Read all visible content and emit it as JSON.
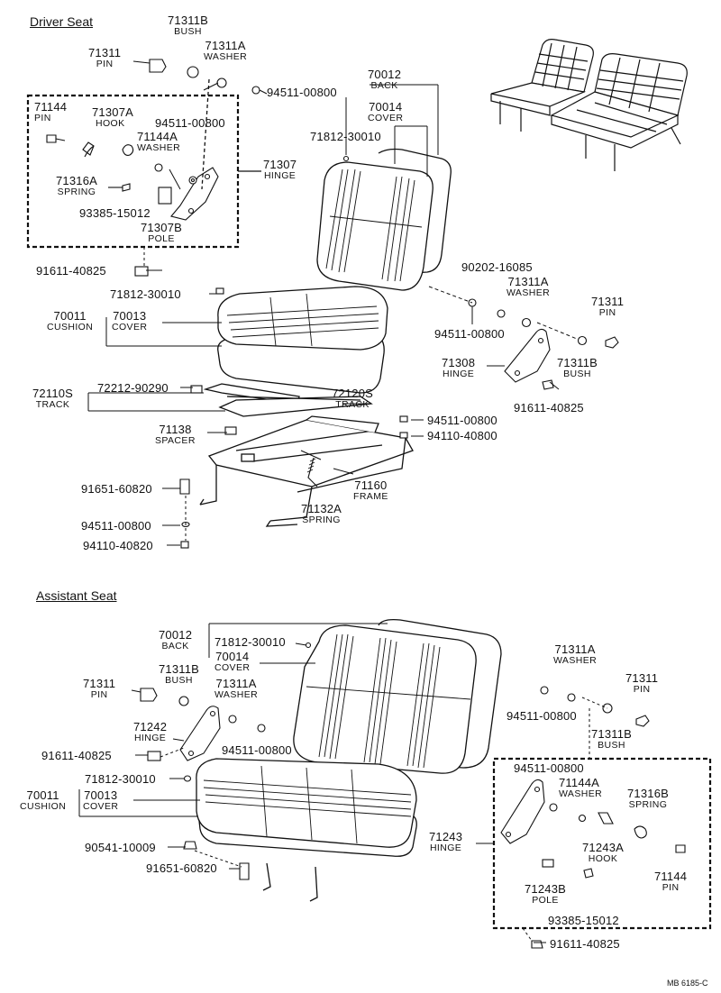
{
  "sections": {
    "driver": "Driver Seat",
    "assistant": "Assistant Seat"
  },
  "code": "MB 6185-C",
  "driver": {
    "bush_top": {
      "pn": "71311B",
      "nm": "BUSH"
    },
    "pin_top": {
      "pn": "71311",
      "nm": "PIN"
    },
    "washer_top": {
      "pn": "71311A",
      "nm": "WASHER"
    },
    "pin_box": {
      "pn": "71144",
      "nm": "PIN"
    },
    "hook": {
      "pn": "71307A",
      "nm": "HOOK"
    },
    "washer_box": {
      "pn": "71144A",
      "nm": "WASHER"
    },
    "bolt_box": {
      "pn": "94511-00800"
    },
    "spring": {
      "pn": "71316A",
      "nm": "SPRING"
    },
    "screw": {
      "pn": "93385-15012"
    },
    "pole": {
      "pn": "71307B",
      "nm": "POLE"
    },
    "hinge_l": {
      "pn": "71307",
      "nm": "HINGE"
    },
    "bolt_l": {
      "pn": "91611-40825"
    },
    "nut_top": {
      "pn": "94511-00800"
    },
    "back": {
      "pn": "70012",
      "nm": "BACK"
    },
    "back_cover": {
      "pn": "70014",
      "nm": "COVER"
    },
    "clip_back": {
      "pn": "71812-30010"
    },
    "clip_cushion": {
      "pn": "71812-30010"
    },
    "cushion": {
      "pn": "70011",
      "nm": "CUSHION"
    },
    "cushion_cover": {
      "pn": "70013",
      "nm": "COVER"
    },
    "bolt_r": {
      "pn": "90202-16085"
    },
    "washer_r": {
      "pn": "71311A",
      "nm": "WASHER"
    },
    "pin_r": {
      "pn": "71311",
      "nm": "PIN"
    },
    "nut_r": {
      "pn": "94511-00800"
    },
    "hinge_r": {
      "pn": "71308",
      "nm": "HINGE"
    },
    "bush_r": {
      "pn": "71311B",
      "nm": "BUSH"
    },
    "bolt_r2": {
      "pn": "91611-40825"
    },
    "track_l": {
      "pn": "72110S",
      "nm": "TRACK"
    },
    "track_part": {
      "pn": "72212-90290"
    },
    "track_r": {
      "pn": "72120S",
      "nm": "TRACK"
    },
    "nut_frame": {
      "pn": "94511-00800"
    },
    "nut_frame2": {
      "pn": "94110-40800"
    },
    "spacer": {
      "pn": "71138",
      "nm": "SPACER"
    },
    "frame": {
      "pn": "71160",
      "nm": "FRAME"
    },
    "bolt_frame": {
      "pn": "91651-60820"
    },
    "frame_spring": {
      "pn": "71132A",
      "nm": "SPRING"
    },
    "nut_bottom": {
      "pn": "94511-00800"
    },
    "nut_bottom2": {
      "pn": "94110-40820"
    }
  },
  "assistant": {
    "back": {
      "pn": "70012",
      "nm": "BACK"
    },
    "clip_back": {
      "pn": "71812-30010"
    },
    "back_cover": {
      "pn": "70014",
      "nm": "COVER"
    },
    "pin_l": {
      "pn": "71311",
      "nm": "PIN"
    },
    "bush_l": {
      "pn": "71311B",
      "nm": "BUSH"
    },
    "washer_l": {
      "pn": "71311A",
      "nm": "WASHER"
    },
    "hinge_l": {
      "pn": "71242",
      "nm": "HINGE"
    },
    "bolt_l": {
      "pn": "91611-40825"
    },
    "nut_l": {
      "pn": "94511-00800"
    },
    "clip_cushion": {
      "pn": "71812-30010"
    },
    "cushion": {
      "pn": "70011",
      "nm": "CUSHION"
    },
    "cushion_cover": {
      "pn": "70013",
      "nm": "COVER"
    },
    "screw": {
      "pn": "90541-10009"
    },
    "bolt_bottom": {
      "pn": "91651-60820"
    },
    "washer_r": {
      "pn": "71311A",
      "nm": "WASHER"
    },
    "nut_r": {
      "pn": "94511-00800"
    },
    "pin_r": {
      "pn": "71311",
      "nm": "PIN"
    },
    "bush_r": {
      "pn": "71311B",
      "nm": "BUSH"
    },
    "nut_box": {
      "pn": "94511-00800"
    },
    "washer_box": {
      "pn": "71144A",
      "nm": "WASHER"
    },
    "spring": {
      "pn": "71316B",
      "nm": "SPRING"
    },
    "hinge_r": {
      "pn": "71243",
      "nm": "HINGE"
    },
    "hook": {
      "pn": "71243A",
      "nm": "HOOK"
    },
    "pin_box": {
      "pn": "71144",
      "nm": "PIN"
    },
    "pole": {
      "pn": "71243B",
      "nm": "POLE"
    },
    "screw_box": {
      "pn": "93385-15012"
    },
    "bolt_r": {
      "pn": "91611-40825"
    }
  }
}
